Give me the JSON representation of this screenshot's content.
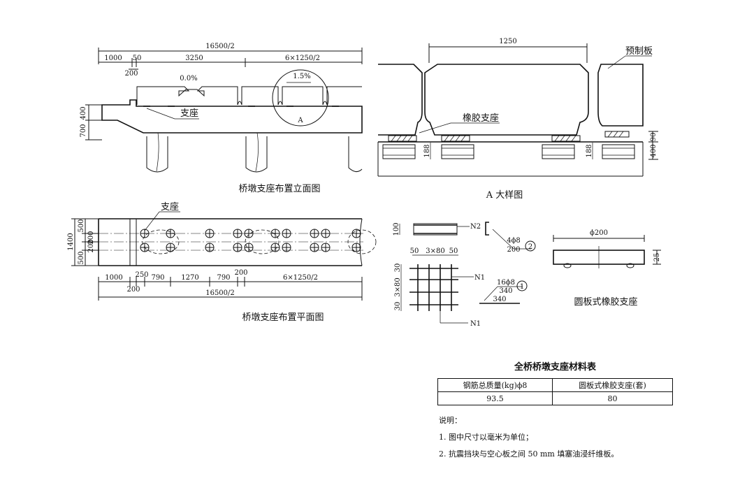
{
  "elevation": {
    "title": "桥墩支座布置立面图",
    "dim_total": "16500/2",
    "dim_segments": [
      "1000",
      "50",
      "3250",
      "6×1250/2"
    ],
    "dim_small": "200",
    "slope_left": "0.0%",
    "slope_right": "1.5%",
    "detail_mark": "A",
    "bearing_label": "支座",
    "height_top": "400",
    "height_bottom": "700"
  },
  "detail_a": {
    "title": "A  大样图",
    "dim_top": "1250",
    "precast_label": "预制板",
    "rubber_label": "橡胶支座",
    "dim_188_left": "188",
    "dim_188_right": "188",
    "dim_90": "90",
    "dim_400": "400"
  },
  "plan": {
    "title": "桥墩支座布置平面图",
    "bearing_label": "支座",
    "left_1400": "1400",
    "left_500a": "500",
    "left_200a": "200",
    "left_200b": "200",
    "left_500b": "500",
    "dim_segments": [
      "1000",
      "250",
      "790",
      "1270",
      "790",
      "200",
      "6×1250/2"
    ],
    "dim_200_low": "200",
    "dim_total": "16500/2"
  },
  "rebar": {
    "n2_label": "N2",
    "n2_side": "100",
    "n2_spec": "4ϕ8",
    "n2_len": "200",
    "n2_circle": "2",
    "grid_top": [
      "50",
      "3×80",
      "50"
    ],
    "grid_side": [
      "30",
      "3×80",
      "30"
    ],
    "n1_label": "N1",
    "n1_spec": "16ϕ8",
    "n1_len": "340",
    "n1_circle": "1",
    "n1_bottom": "340",
    "n1_label2": "N1"
  },
  "bearing_pad": {
    "title": "圆板式橡胶支座",
    "diameter": "ϕ200",
    "thickness": "25"
  },
  "material_table": {
    "title": "全桥桥墩支座材料表",
    "headers": [
      "钢筋总质量(kg)ϕ8",
      "圆板式橡胶支座(套)"
    ],
    "values": [
      "93.5",
      "80"
    ]
  },
  "notes": {
    "heading": "说明：",
    "items": [
      "1. 图中尺寸以毫米为单位；",
      "2. 抗震挡块与空心板之间 50 mm 填塞油浸纤维板。"
    ]
  }
}
